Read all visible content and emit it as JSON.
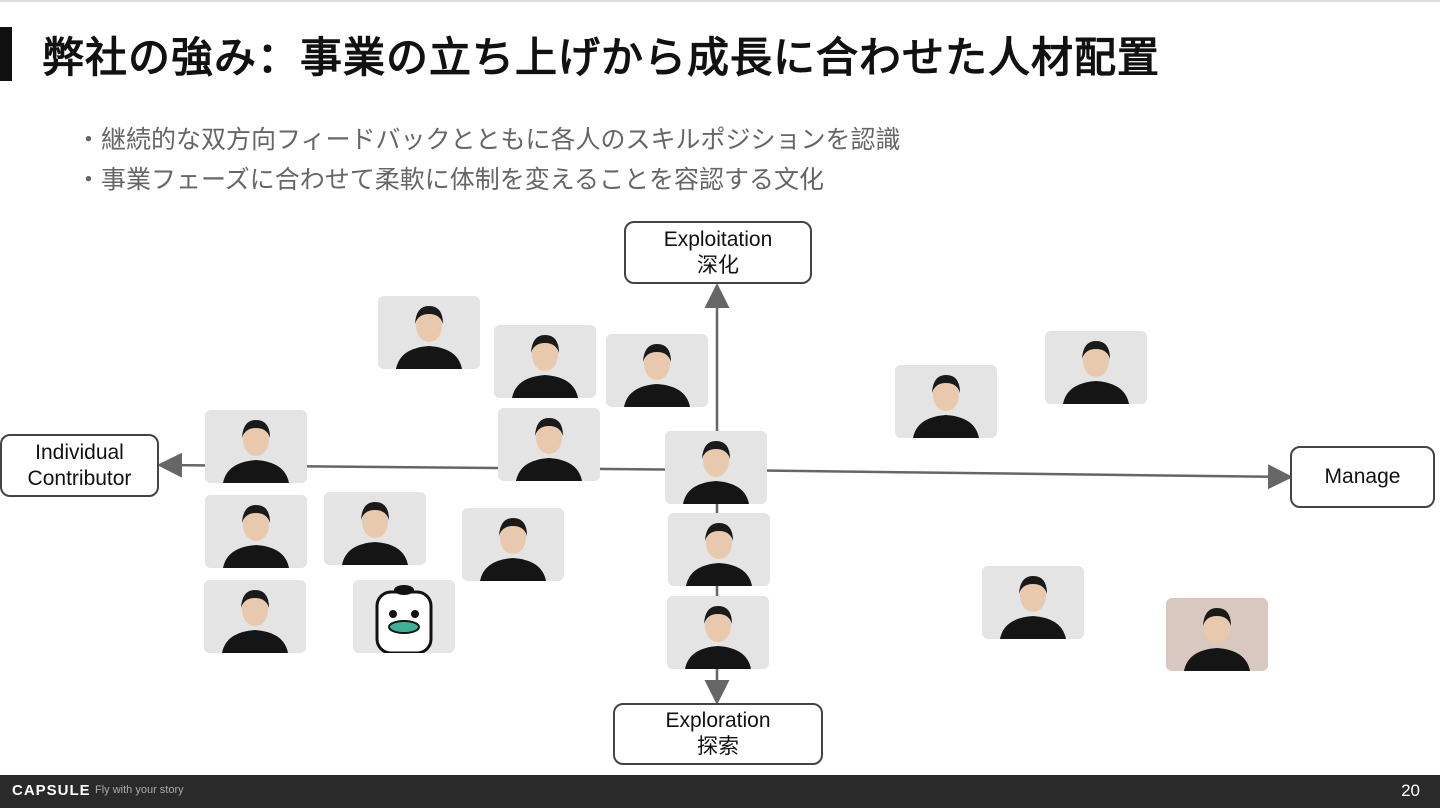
{
  "slide": {
    "title": "弊社の強み：事業の立ち上げから成長に合わせた人材配置",
    "bullets": [
      "・継続的な双方向フィードバックとともに各人のスキルポジションを認識",
      "・事業フェーズに合わせて柔軟に体制を変えることを容認する文化"
    ]
  },
  "diagram": {
    "top": {
      "line1": "Exploitation",
      "line2": "深化"
    },
    "bottom": {
      "line1": "Exploration",
      "line2": "探索"
    },
    "left": {
      "line1": "Individual",
      "line2": "Contributor"
    },
    "right": {
      "line1": "Manage"
    },
    "photo_count": 17
  },
  "footer": {
    "logo": "CAPSULE",
    "tagline": "Fly with your story",
    "page_number": "20"
  },
  "colors": {
    "footer_bg": "#2a2a2a",
    "axis": "#666666"
  }
}
